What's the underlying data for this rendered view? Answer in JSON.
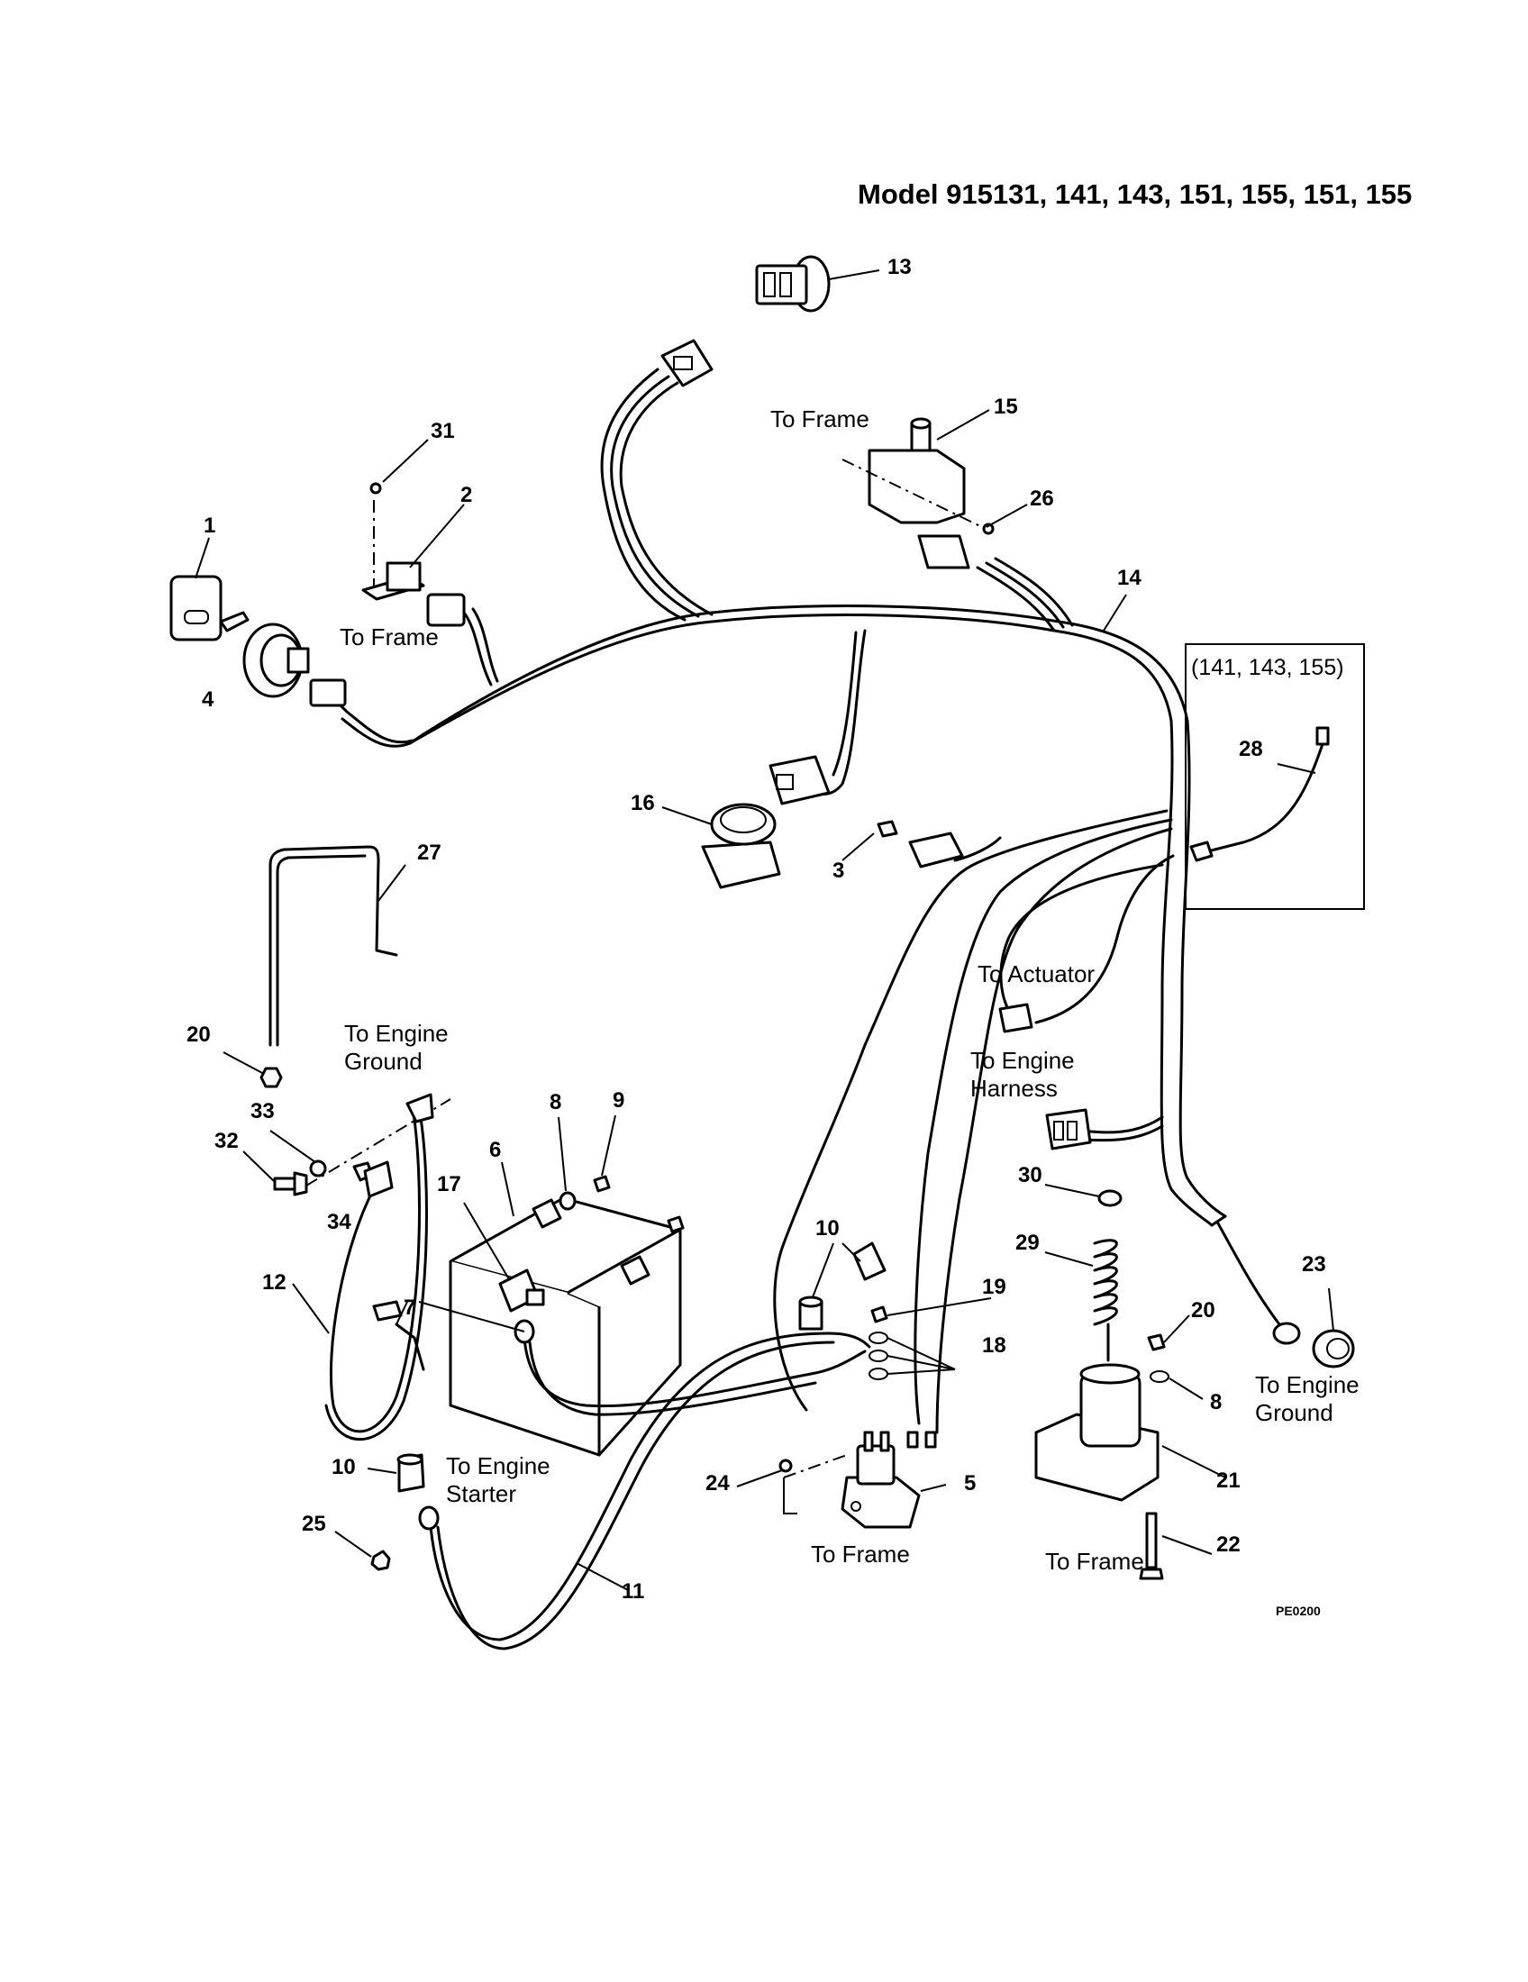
{
  "title": "Model 915131, 141, 143, 151, 155, 151, 155",
  "figure_code": "PE0200",
  "inset_label": "(141, 143, 155)",
  "callouts": {
    "c1": "1",
    "c2": "2",
    "c3": "3",
    "c4": "4",
    "c5": "5",
    "c6": "6",
    "c7": "7",
    "c8a": "8",
    "c8b": "8",
    "c9": "9",
    "c10a": "10",
    "c10b": "10",
    "c11": "11",
    "c12": "12",
    "c13": "13",
    "c14": "14",
    "c15": "15",
    "c16": "16",
    "c17": "17",
    "c18": "18",
    "c19": "19",
    "c20a": "20",
    "c20b": "20",
    "c21": "21",
    "c22": "22",
    "c23": "23",
    "c24": "24",
    "c25": "25",
    "c26": "26",
    "c27": "27",
    "c28": "28",
    "c29": "29",
    "c30": "30",
    "c31": "31",
    "c32": "32",
    "c33": "33",
    "c34": "34"
  },
  "notes": {
    "to_frame_switch": "To Frame",
    "to_frame_relay": "To Frame",
    "to_actuator": "To Actuator",
    "to_engine_harness": "To Engine Harness",
    "to_engine_ground_left": "To Engine Ground",
    "to_engine_ground_right": "To Engine Ground",
    "to_engine_starter": "To Engine Starter",
    "to_frame_solenoid": "To Frame",
    "to_frame_actuator": "To Frame"
  }
}
